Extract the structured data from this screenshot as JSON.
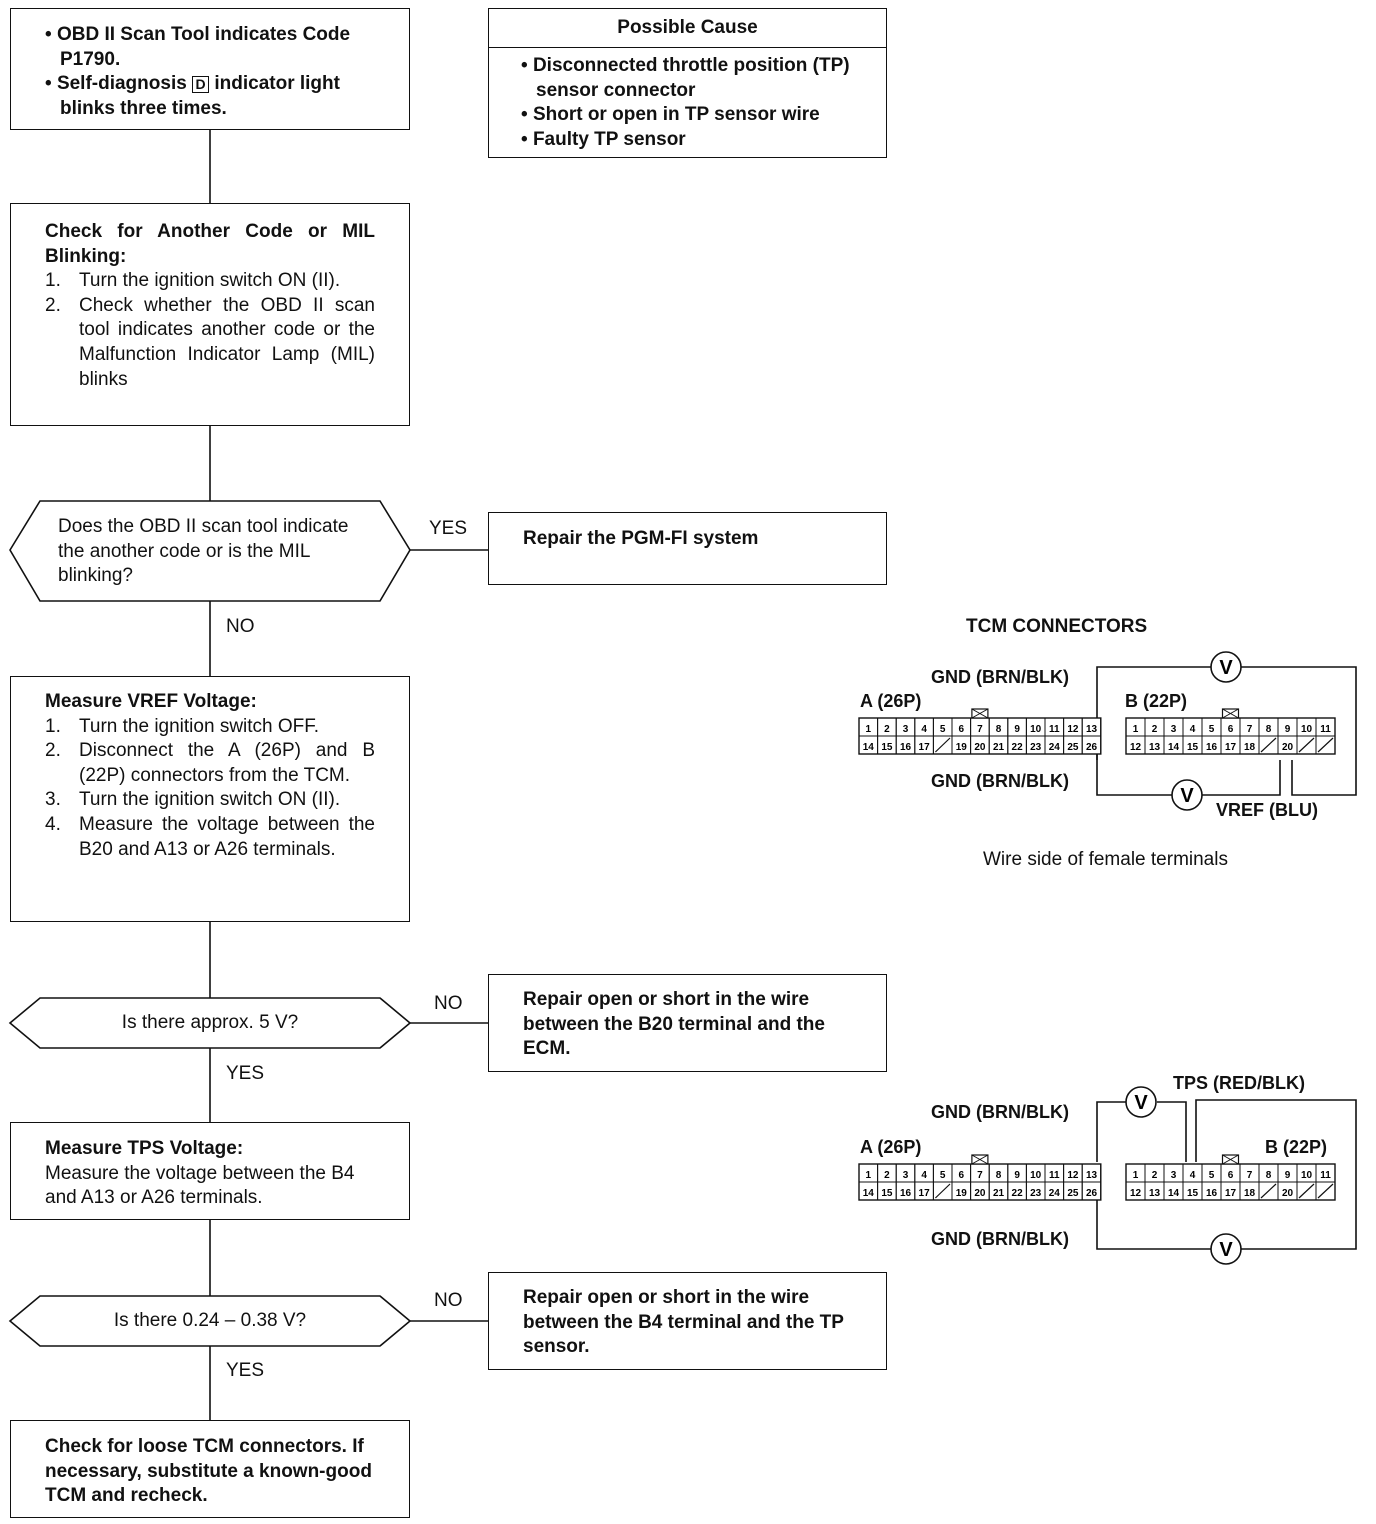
{
  "start": {
    "bullets": [
      "OBD II Scan Tool indicates Code P1790.",
      "Self-diagnosis",
      "indicator light blinks three times."
    ],
    "d_symbol": "D"
  },
  "possible_cause": {
    "title": "Possible Cause",
    "items": [
      "Disconnected throttle position (TP) sensor connector",
      "Short or open in TP sensor wire",
      "Faulty TP sensor"
    ]
  },
  "step1": {
    "title": "Check for Another Code or MIL Blinking:",
    "steps": [
      "Turn the ignition switch ON (II).",
      "Check whether the OBD II scan tool indicates another code or the Malfunction Indicator Lamp (MIL) blinks"
    ]
  },
  "decision1": {
    "question": "Does the OBD II scan tool indicate the another code or is the MIL blinking?",
    "yes": "YES",
    "no": "NO"
  },
  "action1": {
    "text": "Repair the PGM-FI system"
  },
  "step2": {
    "title": "Measure VREF Voltage:",
    "steps": [
      "Turn the ignition switch OFF.",
      "Disconnect the A (26P) and B (22P) connectors from the TCM.",
      "Turn the ignition switch ON (II).",
      "Measure the voltage between the B20 and A13 or A26 terminals."
    ]
  },
  "decision2": {
    "question": "Is there approx. 5 V?",
    "no": "NO",
    "yes": "YES"
  },
  "action2": {
    "text": "Repair open or short in the wire between the B20 terminal and the ECM."
  },
  "step3": {
    "title": "Measure TPS Voltage:",
    "text": "Measure the voltage between the B4 and A13 or A26 terminals."
  },
  "decision3": {
    "question": "Is there 0.24 – 0.38 V?",
    "no": "NO",
    "yes": "YES"
  },
  "action3": {
    "text": "Repair open or short in the wire between the B4 terminal and the TP sensor."
  },
  "final": {
    "text": "Check for loose TCM connectors. If necessary, substitute a known-good TCM and recheck."
  },
  "diagram1": {
    "title": "TCM CONNECTORS",
    "gnd_top": "GND (BRN/BLK)",
    "gnd_bottom": "GND (BRN/BLK)",
    "conn_a": "A (26P)",
    "conn_b": "B (22P)",
    "vref": "VREF (BLU)",
    "caption": "Wire side of female terminals",
    "meter": "V"
  },
  "diagram2": {
    "gnd_top": "GND (BRN/BLK)",
    "gnd_bottom": "GND (BRN/BLK)",
    "tps": "TPS (RED/BLK)",
    "conn_a": "A (26P)",
    "conn_b": "B (22P)",
    "meter": "V"
  },
  "connector_a": {
    "row1": [
      "1",
      "2",
      "3",
      "4",
      "5",
      "6",
      "7",
      "8",
      "9",
      "10",
      "11",
      "12",
      "13"
    ],
    "row2": [
      "14",
      "15",
      "16",
      "17",
      "",
      "19",
      "20",
      "21",
      "22",
      "23",
      "24",
      "25",
      "26"
    ]
  },
  "connector_b": {
    "row1": [
      "1",
      "2",
      "3",
      "4",
      "5",
      "6",
      "7",
      "8",
      "9",
      "10",
      "11"
    ],
    "row2": [
      "12",
      "13",
      "14",
      "15",
      "16",
      "17",
      "18",
      "",
      "20",
      "",
      ""
    ]
  }
}
